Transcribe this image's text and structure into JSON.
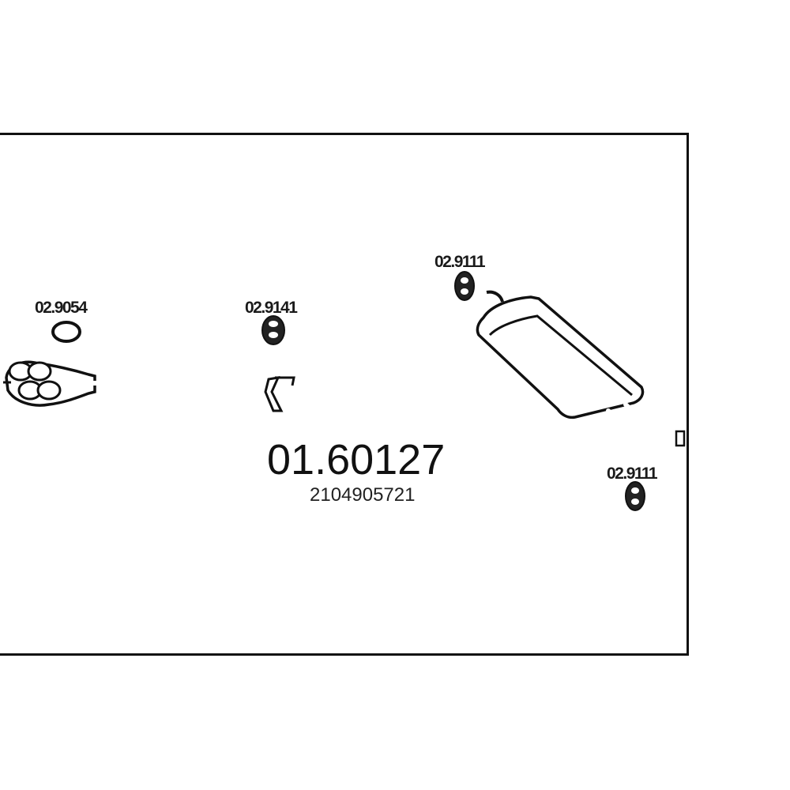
{
  "diagram": {
    "part_number": "01.60127",
    "oem_number": "2104905721",
    "components": [
      {
        "id": "gasket",
        "label": "02.9054",
        "icon": "ring-gasket-icon"
      },
      {
        "id": "clamp",
        "label": "02.9141",
        "icon": "rubber-mount-icon"
      },
      {
        "id": "mount_top",
        "label": "02.9111",
        "icon": "rubber-mount-icon"
      },
      {
        "id": "mount_bottom",
        "label": "02.9111",
        "icon": "rubber-mount-icon"
      }
    ],
    "colors": {
      "line": "#111111",
      "background": "#ffffff"
    }
  }
}
